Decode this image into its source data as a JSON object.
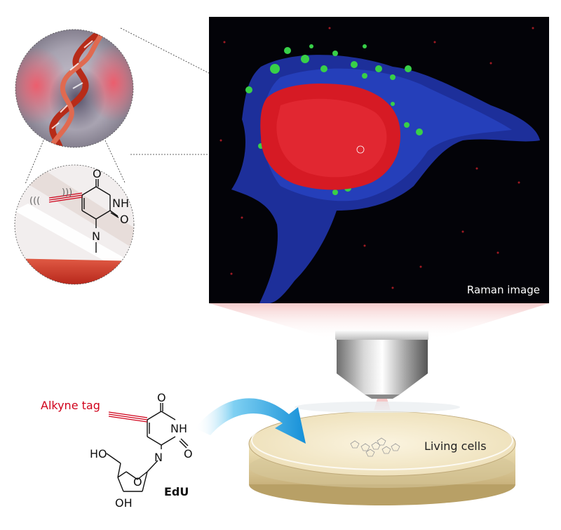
{
  "labels": {
    "raman_image": "Raman image",
    "living_cells": "Living cells",
    "alkyne_tag": "Alkyne tag",
    "edu": "EdU"
  },
  "chem": {
    "O": "O",
    "NH": "NH",
    "N": "N",
    "HO": "HO",
    "OH": "OH",
    "vibration_left": "(((",
    "vibration_right": ")))"
  },
  "colors": {
    "alkyne_red": "#d0021b",
    "dna_red": "#c8321e",
    "arrow_blue": "#1aa0e0",
    "nucleus_red": "#e0202a",
    "cytoplasm_blue": "#2a46c8",
    "lipid_green": "#38d048"
  }
}
